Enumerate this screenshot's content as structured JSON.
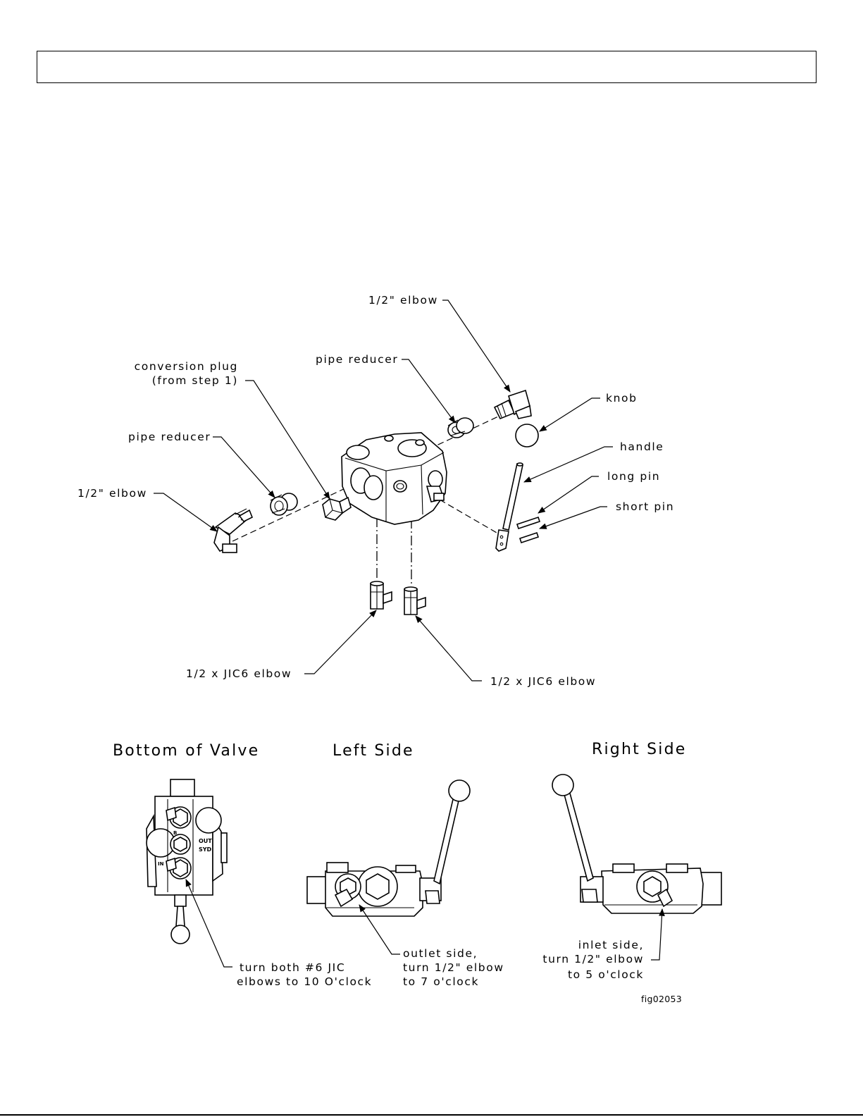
{
  "exploded_view": {
    "labels": {
      "elbow_top": "1/2\" elbow",
      "pipe_reducer_top": "pipe reducer",
      "conversion_plug_line1": "conversion plug",
      "conversion_plug_line2": "(from step 1)",
      "pipe_reducer_left": "pipe reducer",
      "elbow_left": "1/2\" elbow",
      "knob": "knob",
      "handle": "handle",
      "long_pin": "long pin",
      "short_pin": "short pin",
      "jic_elbow_left": "1/2 x JIC6 elbow",
      "jic_elbow_right": "1/2 x JIC6 elbow"
    }
  },
  "views": {
    "bottom": {
      "title": "Bottom of Valve",
      "port_marks": [
        "B",
        "OUT",
        "SYD",
        "IN"
      ],
      "note_line1": "turn both #6 JIC",
      "note_line2": "elbows to 10 O'clock"
    },
    "left": {
      "title": "Left Side",
      "note_line1": "outlet side,",
      "note_line2": "turn 1/2\" elbow",
      "note_line3": "to 7 o'clock"
    },
    "right": {
      "title": "Right Side",
      "note_line1": "inlet side,",
      "note_line2": "turn 1/2\" elbow",
      "note_line3": "to 5 o'clock"
    }
  },
  "figure_id": "fig02053",
  "colors": {
    "ink": "#000000",
    "paper": "#ffffff"
  }
}
